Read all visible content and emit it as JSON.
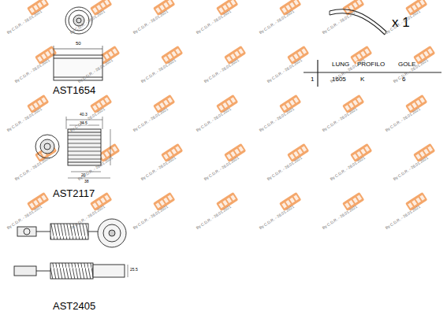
{
  "diagram": {
    "labels": [
      "AST1654",
      "50",
      "AST2117",
      "40.3",
      "34.5",
      "20",
      "38",
      "AST2405",
      "25.5",
      "x 1",
      "LUNG",
      "PROFILO",
      "GOLE",
      "1",
      "1605",
      "K",
      "6",
      "By C.D.R. - 26.01.2021",
      "By C.D.R. - 26.01.2021",
      "By C.D.R. - 26.01.2021",
      "By C.D.R. - 26.01.2021",
      "By C.D.R. - 26.01.2021",
      "By C.D.R. - 26.01.2021",
      "By C.D.R. - 26.01.2021",
      "By C.D.R. - 26.01.2021",
      "By C.D.R. - 26.01.2021",
      "By C.D.R. - 26.01.2021",
      "By C.D.R. - 26.01.2021",
      "By C.D.R. - 26.01.2021",
      "By C.D.R. - 26.01.2021",
      "By C.D.R. - 26.01.2021",
      "By C.D.R. - 26.01.2021",
      "By C.D.R. - 26.01.2021",
      "By C.D.R. - 26.01.2021",
      "By C.D.R. - 26.01.2021",
      "By C.D.R. - 26.01.2021",
      "By C.D.R. - 26.01.2021",
      "By C.D.R. - 26.01.2021",
      "By C.D.R. - 26.01.2021",
      "By C.D.R. - 26.01.2021",
      "By C.D.R. - 26.01.2021",
      "By C.D.R. - 26.01.2021",
      "By C.D.R. - 26.01.2021",
      "By C.D.R. - 26.01.2021",
      "By C.D.R. - 26.01.2021",
      "By C.D.R. - 26.01.2021",
      "By C.D.R. - 26.01.2021",
      "By C.D.R. - 26.01.2021",
      "By C.D.R. - 26.01.2021",
      "By C.D.R. - 26.01.2021",
      "By C.D.R. - 26.01.2021",
      "By C.D.R. - 26.01.2021"
    ]
  }
}
